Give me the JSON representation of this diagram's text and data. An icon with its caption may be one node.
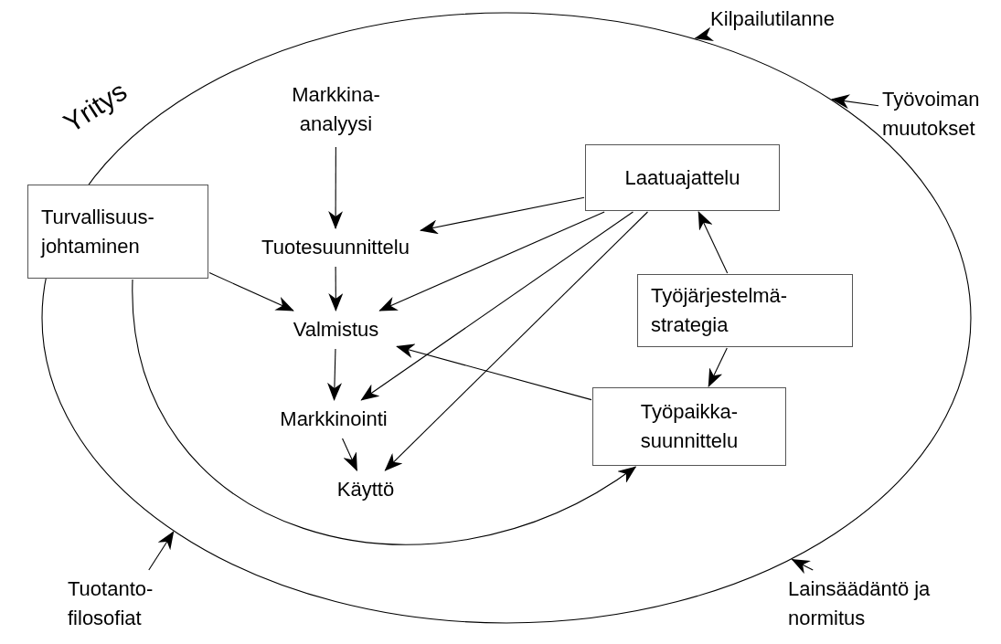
{
  "diagram": {
    "nodes": [
      {
        "text": [
          "Yritys"
        ]
      },
      {
        "text": [
          "Markkina- analyysi"
        ],
        "in": 0
      },
      {
        "text": [
          "Laatuajattelu"
        ],
        "in": 0
      },
      {
        "text": [
          "Turvallisuus- johtaminen"
        ]
      },
      {
        "text": [
          "Tuotesuunnittelu"
        ],
        "in": 0
      },
      {
        "text": [
          "Työjärjestelmä- strategia"
        ],
        "in": 0
      },
      {
        "text": [
          "Valmistus"
        ],
        "in": 0
      },
      {
        "text": [
          "Työpaikka- suunnittelu"
        ],
        "in": 0
      },
      {
        "text": [
          "Markkinointi"
        ],
        "in": 0
      },
      {
        "text": [
          "Käyttö"
        ],
        "in": 0
      },
      {
        "text": [
          "Kilpailutilanne"
        ]
      },
      {
        "text": [
          "Työvoiman muutokset"
        ]
      },
      {
        "text": [
          "Tuotanto- filosofiat"
        ]
      },
      {
        "text": [
          "Lainsäädäntö ja normitus"
        ]
      }
    ],
    "edges": [
      {
        "from": 1,
        "to": 4,
        "arrow": "to"
      },
      {
        "from": 4,
        "to": 6,
        "arrow": "to"
      },
      {
        "from": 6,
        "to": 8,
        "arrow": "to"
      },
      {
        "from": 8,
        "to": 9,
        "arrow": "to"
      },
      {
        "from": 3,
        "to": 6,
        "arrow": "to"
      },
      {
        "from": 2,
        "to": 4,
        "arrow": "to"
      },
      {
        "from": 2,
        "to": 6,
        "arrow": "to"
      },
      {
        "from": 2,
        "to": 8,
        "arrow": "to"
      },
      {
        "from": 2,
        "to": 9,
        "arrow": "to"
      },
      {
        "from": 5,
        "to": 2,
        "arrow": "to"
      },
      {
        "from": 5,
        "to": 7,
        "arrow": "to"
      },
      {
        "from": 7,
        "to": 6,
        "arrow": "to"
      },
      {
        "from": 3,
        "to": 7,
        "arrow": "to"
      },
      {
        "from": 10,
        "to": 0,
        "arrow": "to"
      },
      {
        "from": 11,
        "to": 0,
        "arrow": "to"
      },
      {
        "from": 12,
        "to": 0,
        "arrow": "to"
      },
      {
        "from": 13,
        "to": 0,
        "arrow": "to"
      }
    ]
  }
}
